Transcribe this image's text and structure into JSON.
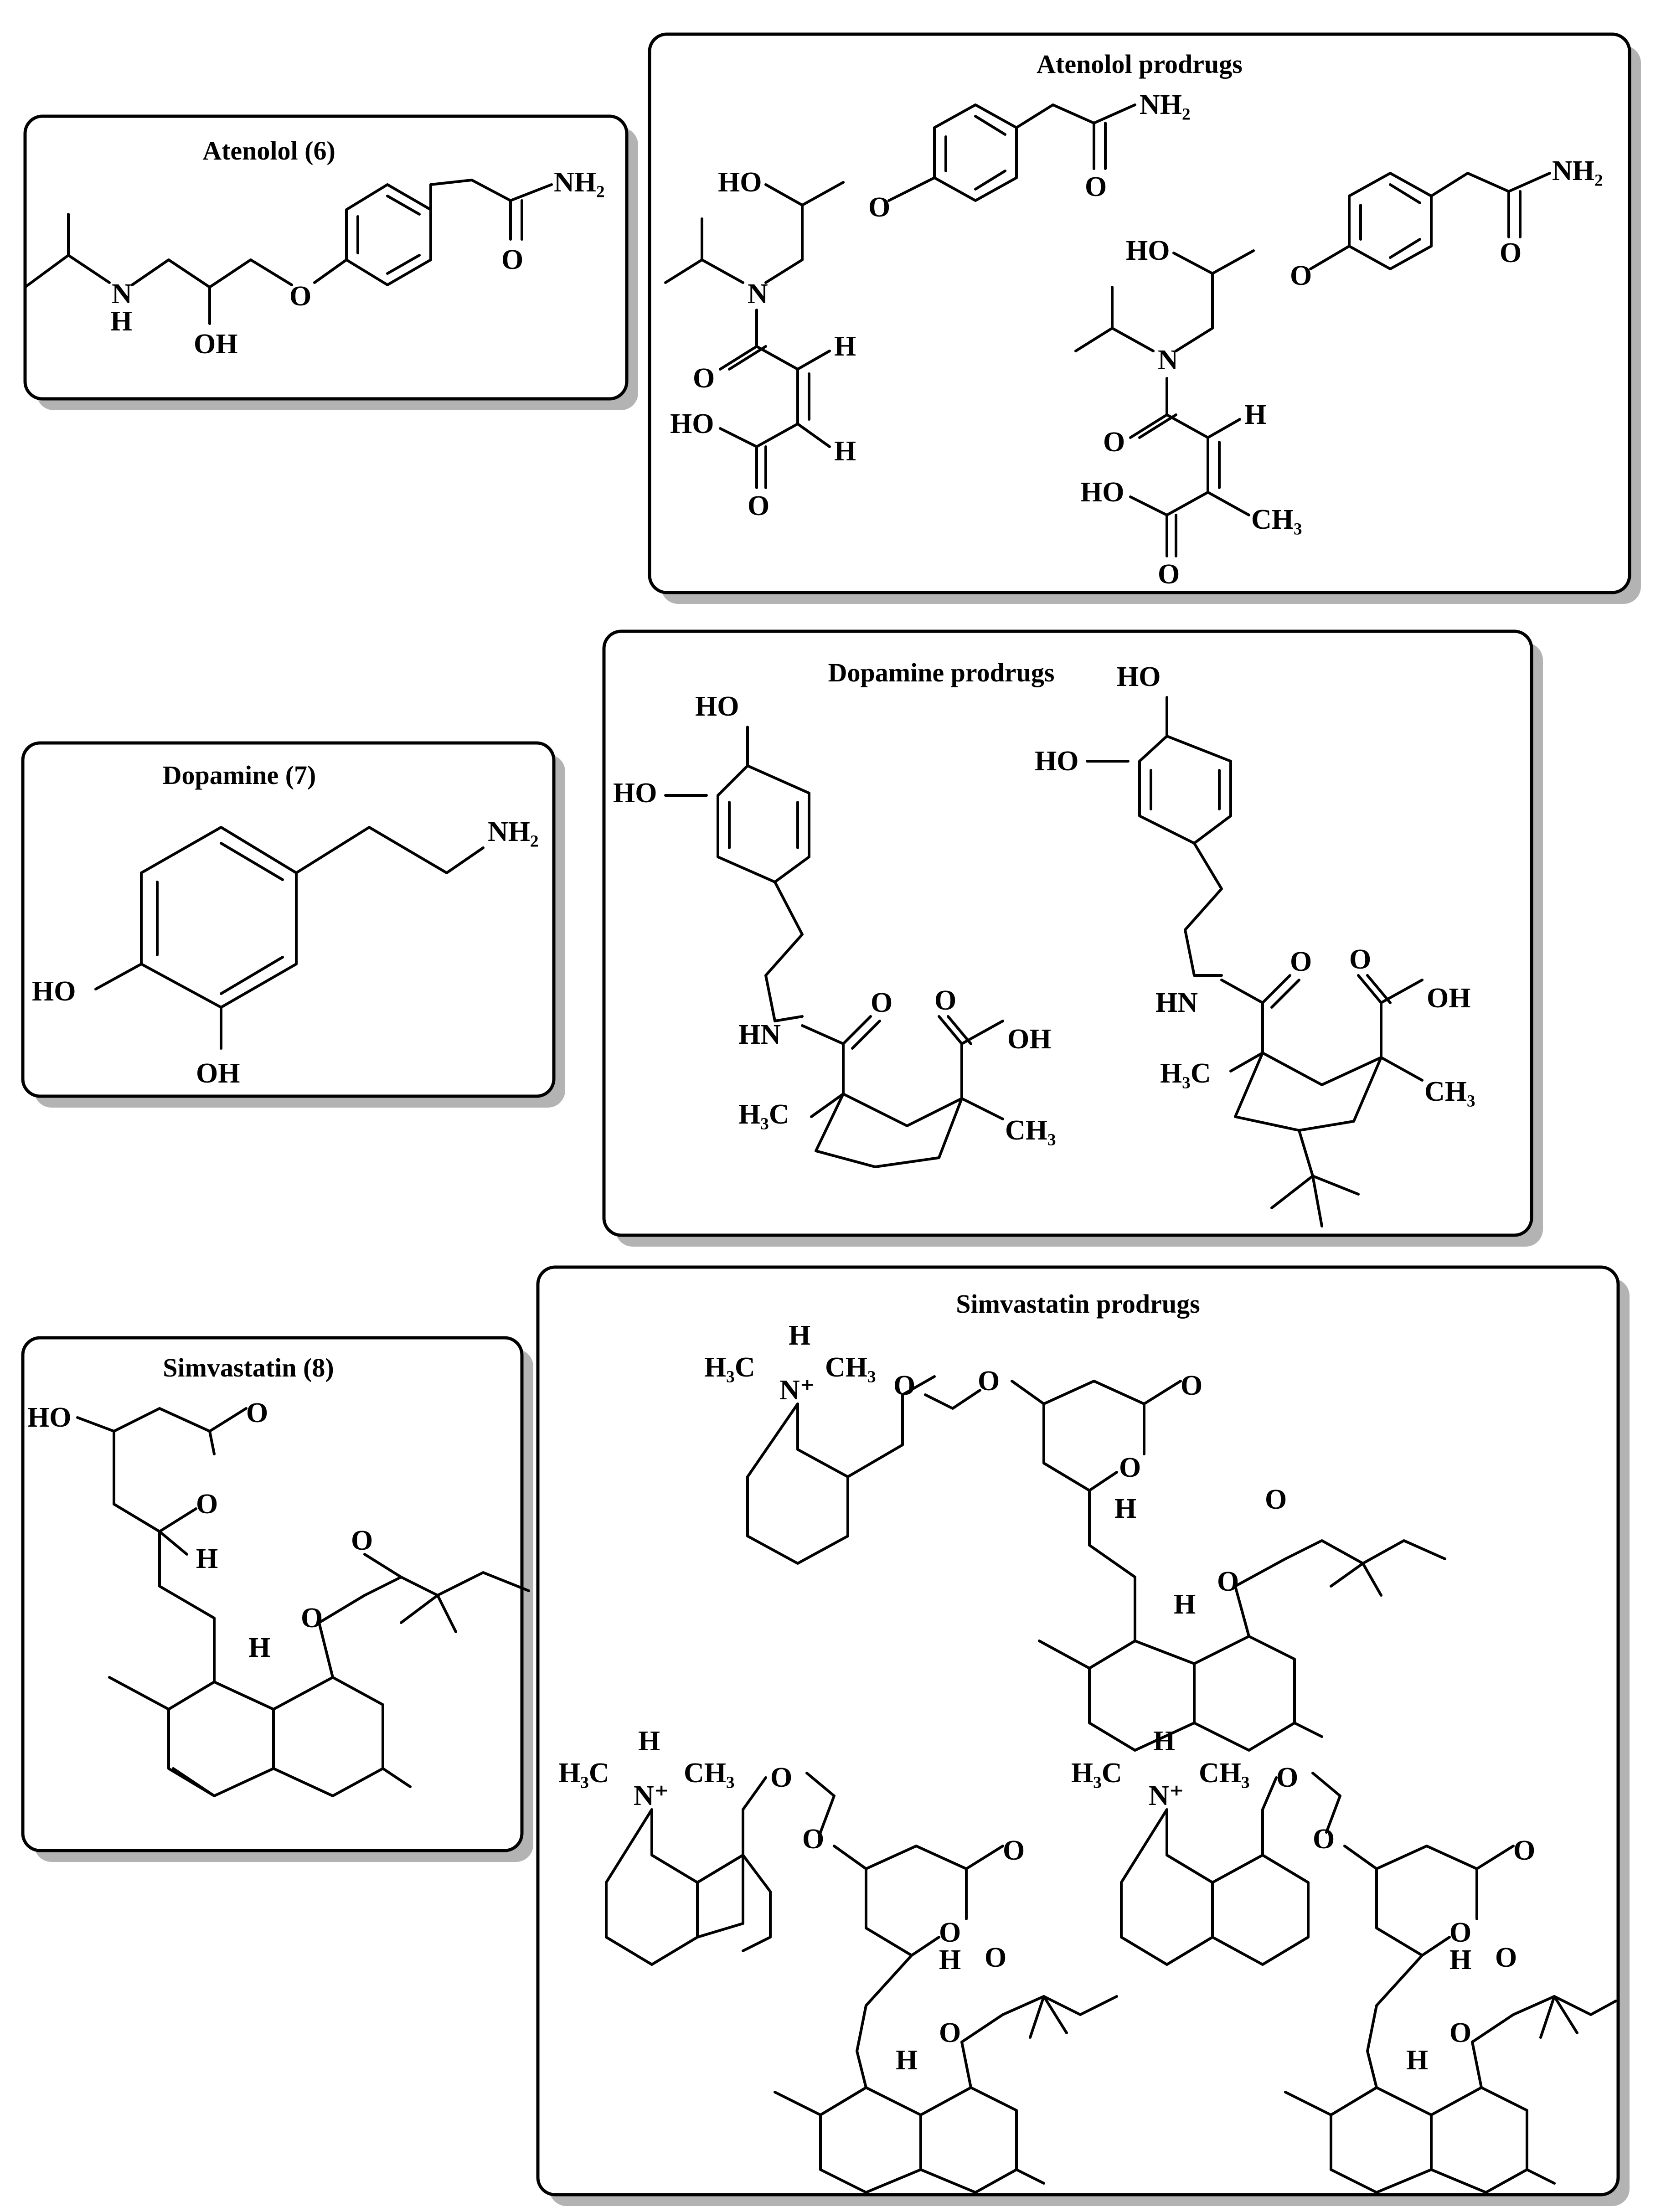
{
  "panels": {
    "atenolol": {
      "title": "Atenolol (6)"
    },
    "atenolol_prodrugs": {
      "title": "Atenolol prodrugs"
    },
    "dopamine": {
      "title": "Dopamine (7)"
    },
    "dopamine_prodrugs": {
      "title": "Dopamine prodrugs"
    },
    "simvastatin": {
      "title": "Simvastatin (8)"
    },
    "simvastatin_prodrugs": {
      "title": "Simvastatin prodrugs"
    }
  },
  "labels": {
    "NH2": "NH₂",
    "N": "N",
    "H": "H",
    "NH": "N",
    "OH": "OH",
    "HO": "HO",
    "O": "O",
    "HN": "HN",
    "H3C": "H₃C",
    "CH3": "CH₃",
    "Nplus": "N⁺",
    "H3C_N_CH3": "H₃C",
    "CH3b": "CH₃"
  },
  "colors": {
    "box_stroke": "#000000",
    "shadow": "#b3b3b3",
    "background": "#ffffff"
  }
}
